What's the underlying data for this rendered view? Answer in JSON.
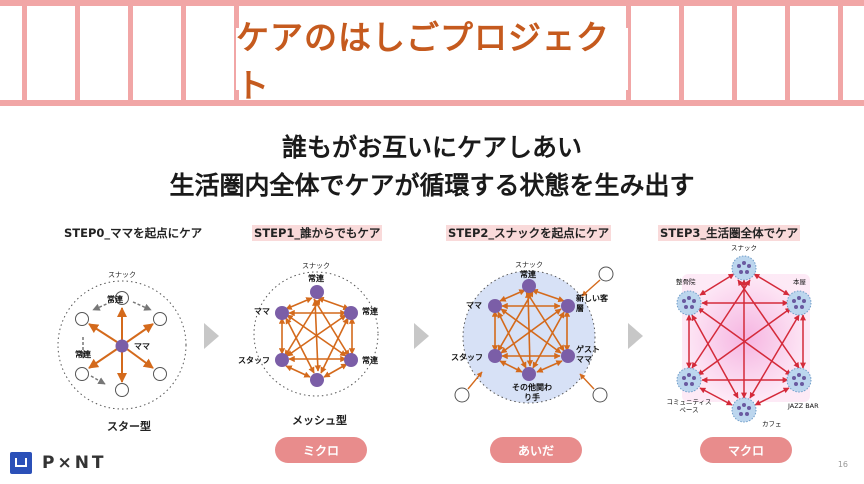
{
  "title": "ケアのはしごプロジェクト",
  "headline": {
    "line1": "誰もがお互いにケアしあい",
    "line2": "生活圏内全体でケアが循環する状態を生み出す"
  },
  "steps": [
    {
      "label": "STEP0_ママを起点にケア",
      "caption": "スター型"
    },
    {
      "label": "STEP1_誰からでもケア",
      "caption": "メッシュ型",
      "pill": "ミクロ"
    },
    {
      "label": "STEP2_スナックを起点にケア",
      "pill": "あいだ"
    },
    {
      "label": "STEP3_生活圏全体でケア",
      "pill": "マクロ"
    }
  ],
  "d0": {
    "outer": "スナック",
    "center": "ママ",
    "top": "常連",
    "left": "常連"
  },
  "d1": {
    "outer": "スナック",
    "nodes": [
      "常連",
      "常連",
      "常連",
      "スタッフ",
      "ママ"
    ]
  },
  "d2": {
    "outer": "スナック",
    "nodes": [
      "常連",
      "新しい客層",
      "ゲストママ",
      "その他関わり手",
      "スタッフ",
      "ママ"
    ]
  },
  "d3": {
    "nodes": [
      "スナック",
      "本屋",
      "JAZZ BAR",
      "カフェ",
      "コミュニティスペース",
      "整骨院"
    ]
  },
  "colors": {
    "accent": "#c55a1e",
    "ladder": "#f1a6a6",
    "node": "#7b5ea7",
    "arrow_orange": "#d46a1c",
    "arrow_red": "#d42a3a",
    "pill": "#e88c8c",
    "highlight": "#f9dada"
  },
  "logo": {
    "text": "P×NT"
  },
  "page_number": "16"
}
